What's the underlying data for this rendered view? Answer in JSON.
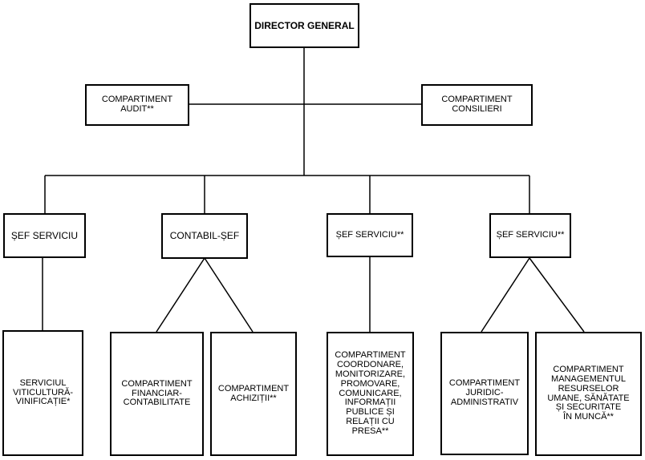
{
  "director": {
    "label": "DIRECTOR GENERAL"
  },
  "audit": {
    "label": "COMPARTIMENT\nAUDIT**"
  },
  "consilieri": {
    "label": "COMPARTIMENT\nCONSILIERI"
  },
  "managers": [
    {
      "label": "ȘEF SERVICIU"
    },
    {
      "label": "CONTABIL-ȘEF"
    },
    {
      "label": "ȘEF SERVICIU**"
    },
    {
      "label": "ȘEF SERVICIU**"
    }
  ],
  "units": [
    {
      "label": "SERVICIUL\nVITICULTURĂ-\nVINIFICAȚIE*"
    },
    {
      "label": "COMPARTIMENT\nFINANCIAR-\nCONTABILITATE"
    },
    {
      "label": "COMPARTIMENT\nACHIZIȚII**"
    },
    {
      "label": "COMPARTIMENT\nCOORDONARE,\nMONITORIZARE,\nPROMOVARE,\nCOMUNICARE,\nINFORMAȚII\nPUBLICE ȘI\nRELAȚII CU\nPRESA**"
    },
    {
      "label": "COMPARTIMENT\nJURIDIC-\nADMINISTRATIV"
    },
    {
      "label": "COMPARTIMENT\nMANAGEMENTUL\nRESURSELOR\nUMANE, SĂNĂTATE\nȘI SECURITATE\nÎN MUNCĂ**"
    }
  ]
}
